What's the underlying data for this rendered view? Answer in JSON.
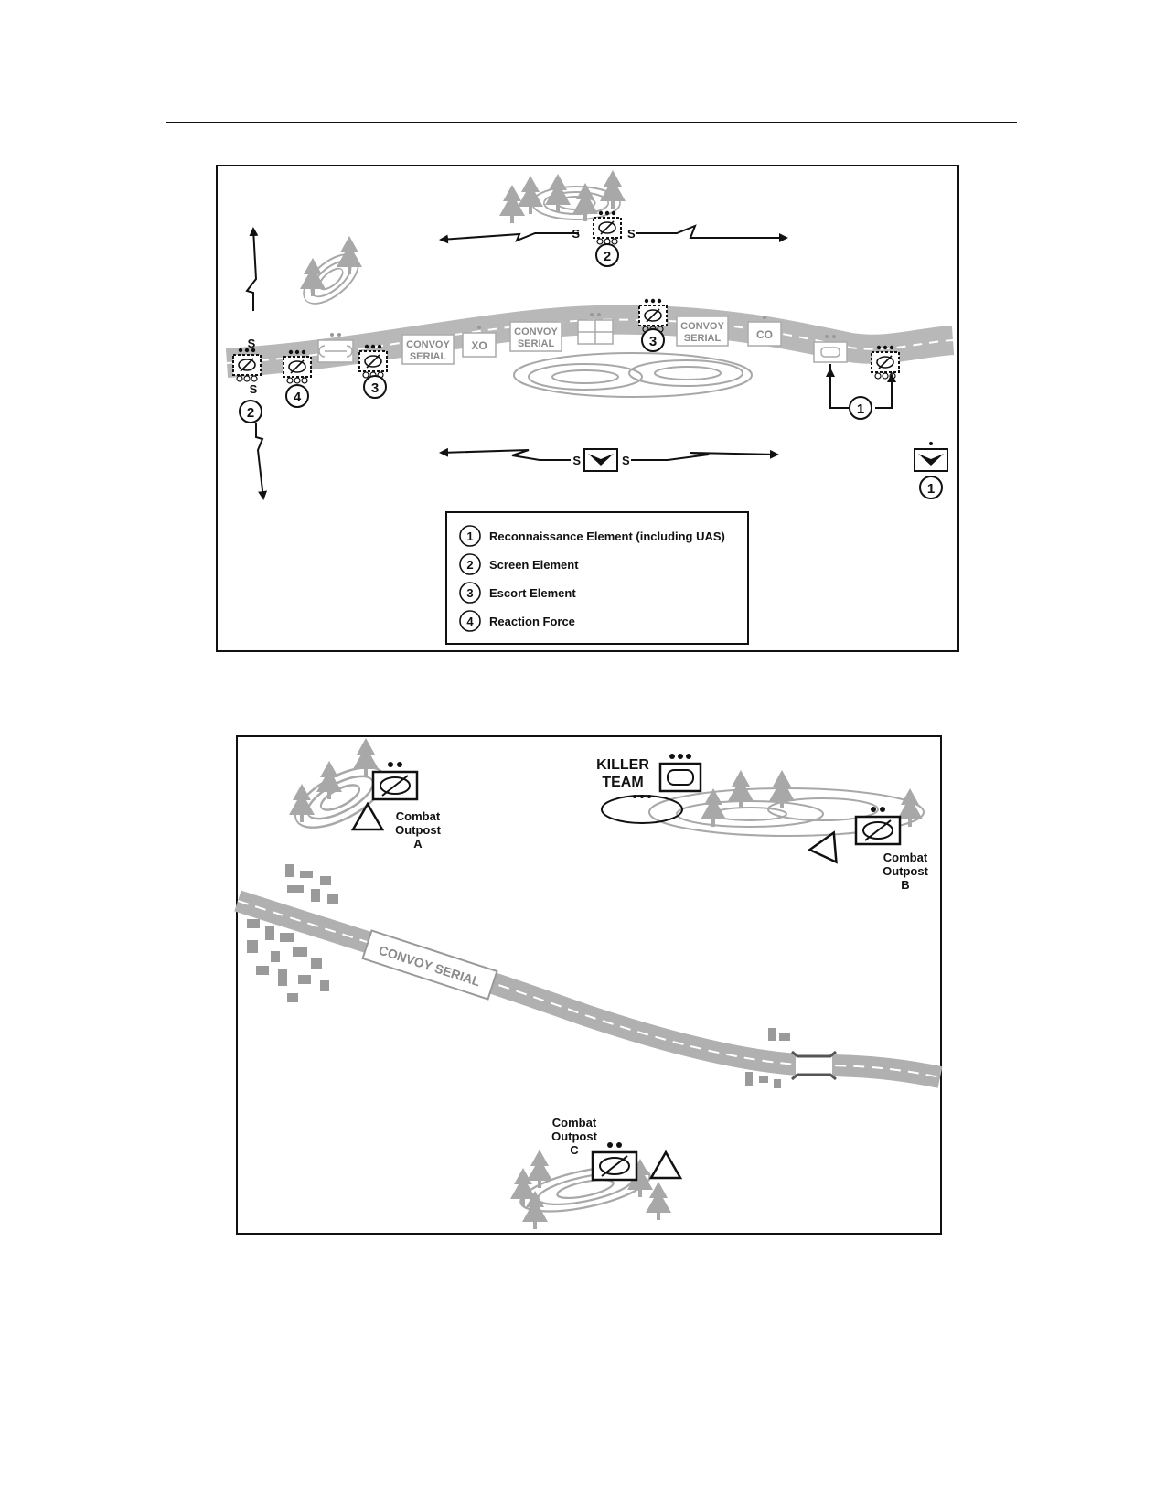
{
  "figure1": {
    "screen_label": "S",
    "markers": [
      "1",
      "2",
      "3",
      "4"
    ],
    "road_labels": {
      "convoy_serial_line1": "CONVOY",
      "convoy_serial_line2": "SERIAL",
      "xo": "XO",
      "co": "CO"
    },
    "legend": [
      {
        "num": "1",
        "text": "Reconnaissance Element (including UAS)"
      },
      {
        "num": "2",
        "text": "Screen Element"
      },
      {
        "num": "3",
        "text": "Escort Element"
      },
      {
        "num": "4",
        "text": "Reaction Force"
      }
    ]
  },
  "figure2": {
    "killer_team": [
      "KILLER",
      "TEAM"
    ],
    "outpost_a": [
      "Combat",
      "Outpost",
      "A"
    ],
    "outpost_b": [
      "Combat",
      "Outpost",
      "B"
    ],
    "outpost_c": [
      "Combat",
      "Outpost",
      "C"
    ],
    "convoy_serial": "CONVOY SERIAL"
  }
}
